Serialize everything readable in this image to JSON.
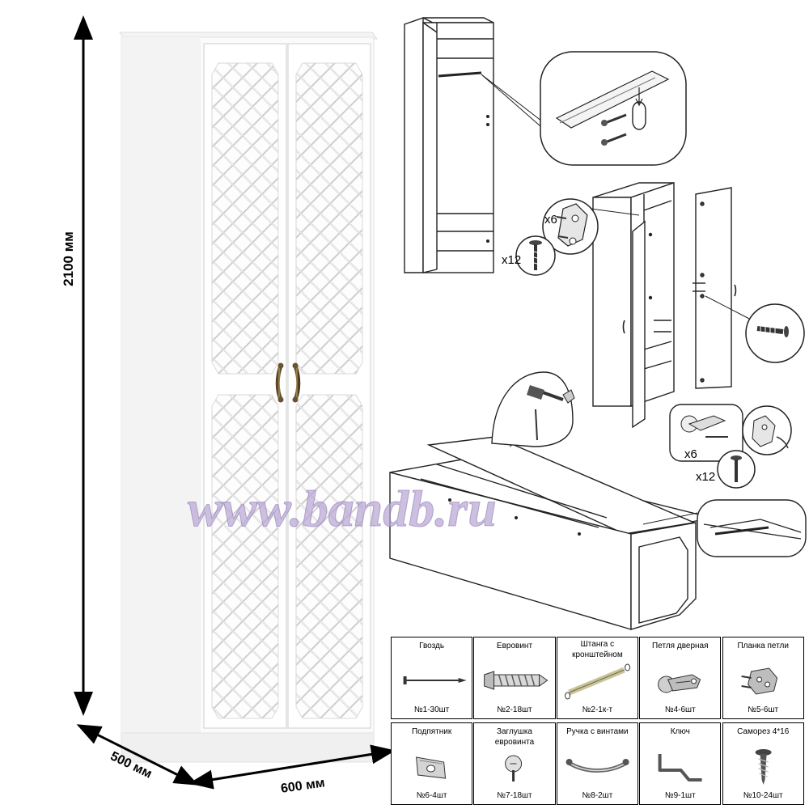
{
  "dimensions": {
    "height": "2100 мм",
    "depth": "500 мм",
    "width": "600 мм"
  },
  "watermark": "www.bandb.ru",
  "quantities": {
    "hinge_top": "x6",
    "screw_top": "x12",
    "hinge_bottom": "x6",
    "screw_bottom": "x12"
  },
  "parts": [
    {
      "name": "Гвоздь",
      "count": "№1-30шт",
      "icon": "nail-icon"
    },
    {
      "name": "Евровинт",
      "count": "№2-18шт",
      "icon": "eurovint-screw-icon"
    },
    {
      "name": "Штанга с кронштейном",
      "count": "№2-1к-т",
      "icon": "rod-bracket-icon"
    },
    {
      "name": "Петля дверная",
      "count": "№4-6шт",
      "icon": "door-hinge-icon"
    },
    {
      "name": "Планка петли",
      "count": "№5-6шт",
      "icon": "hinge-plate-icon"
    },
    {
      "name": "Подпятник",
      "count": "№6-4шт",
      "icon": "foot-pad-icon"
    },
    {
      "name": "Заглушка евровинта",
      "count": "№7-18шт",
      "icon": "screw-cap-icon"
    },
    {
      "name": "Ручка с винтами",
      "count": "№8-2шт",
      "icon": "handle-icon"
    },
    {
      "name": "Ключ",
      "count": "№9-1шт",
      "icon": "hex-key-icon"
    },
    {
      "name": "Саморез 4*16",
      "count": "№10-24шт",
      "icon": "wood-screw-icon"
    }
  ]
}
